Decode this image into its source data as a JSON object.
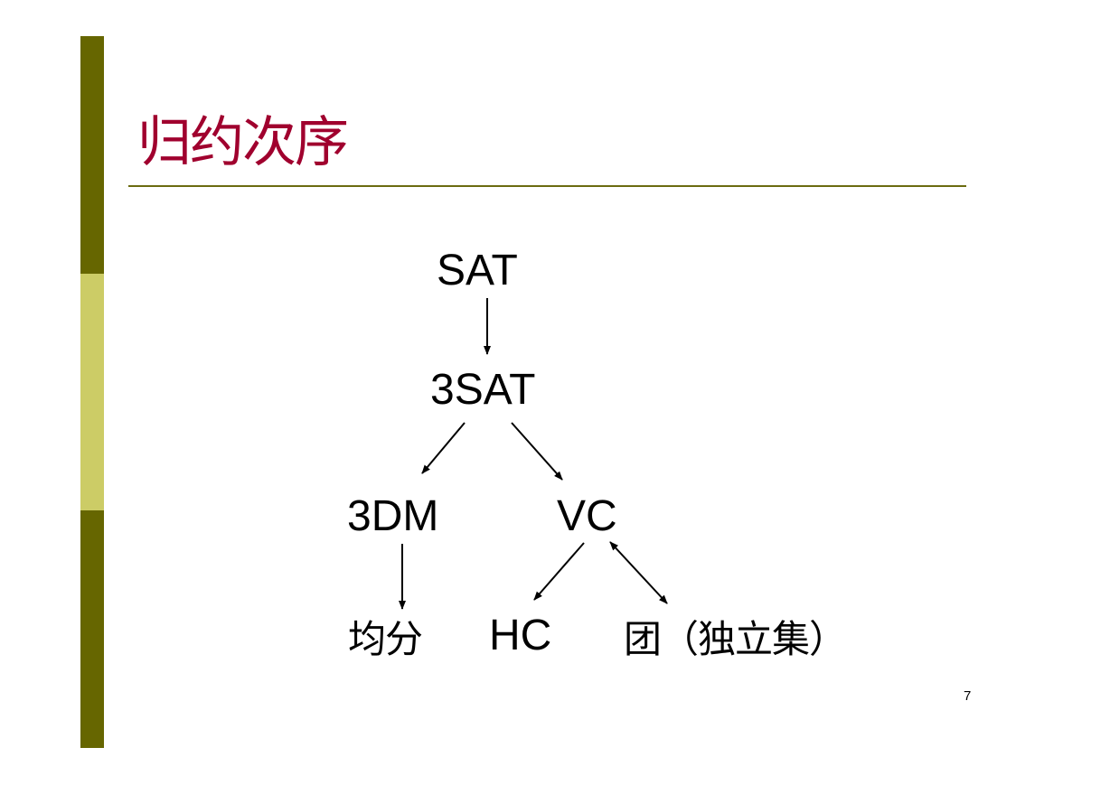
{
  "slide": {
    "title": "归约次序",
    "page_number": "7"
  },
  "colors": {
    "title": "#A0002E",
    "title_rule": "#6B6B10",
    "bar_dark": "#666600",
    "bar_light": "#CCCC66",
    "arrow": "#000000"
  },
  "diagram": {
    "nodes": {
      "sat": "SAT",
      "three_sat": "3SAT",
      "three_dm": "3DM",
      "vc": "VC",
      "partition": "均分",
      "hc": "HC",
      "clique": "团（独立集）"
    },
    "edges": [
      {
        "from": "sat",
        "to": "three_sat",
        "kind": "directed"
      },
      {
        "from": "three_sat",
        "to": "three_dm",
        "kind": "directed"
      },
      {
        "from": "three_sat",
        "to": "vc",
        "kind": "directed"
      },
      {
        "from": "three_dm",
        "to": "partition",
        "kind": "directed"
      },
      {
        "from": "vc",
        "to": "hc",
        "kind": "directed"
      },
      {
        "from": "vc",
        "to": "clique",
        "kind": "bidirectional"
      }
    ]
  }
}
